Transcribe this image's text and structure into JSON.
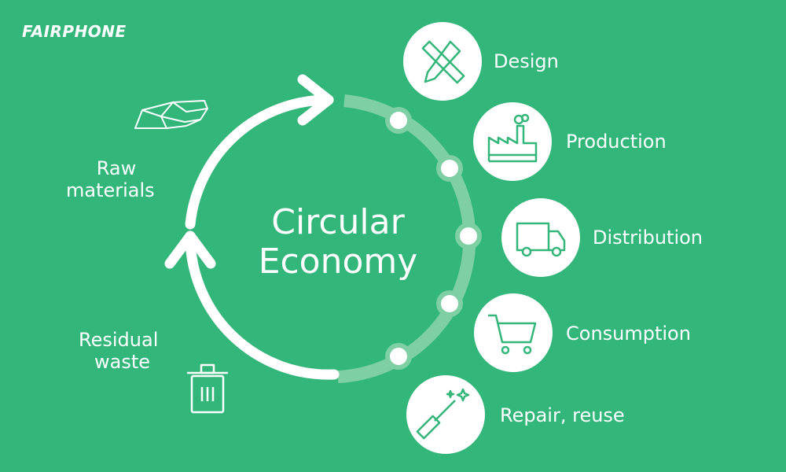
{
  "brand": "FAIRPHONE",
  "title": [
    "Circular",
    "Economy"
  ],
  "left_labels": {
    "raw": [
      "Raw",
      "materials"
    ],
    "waste": [
      "Residual",
      "waste"
    ]
  },
  "stages": [
    "Design",
    "Production",
    "Distribution",
    "Consumption",
    "Repair, reuse"
  ],
  "colors": {
    "background": "#33b679",
    "arc": "#7fcfa5",
    "white": "#ffffff"
  }
}
